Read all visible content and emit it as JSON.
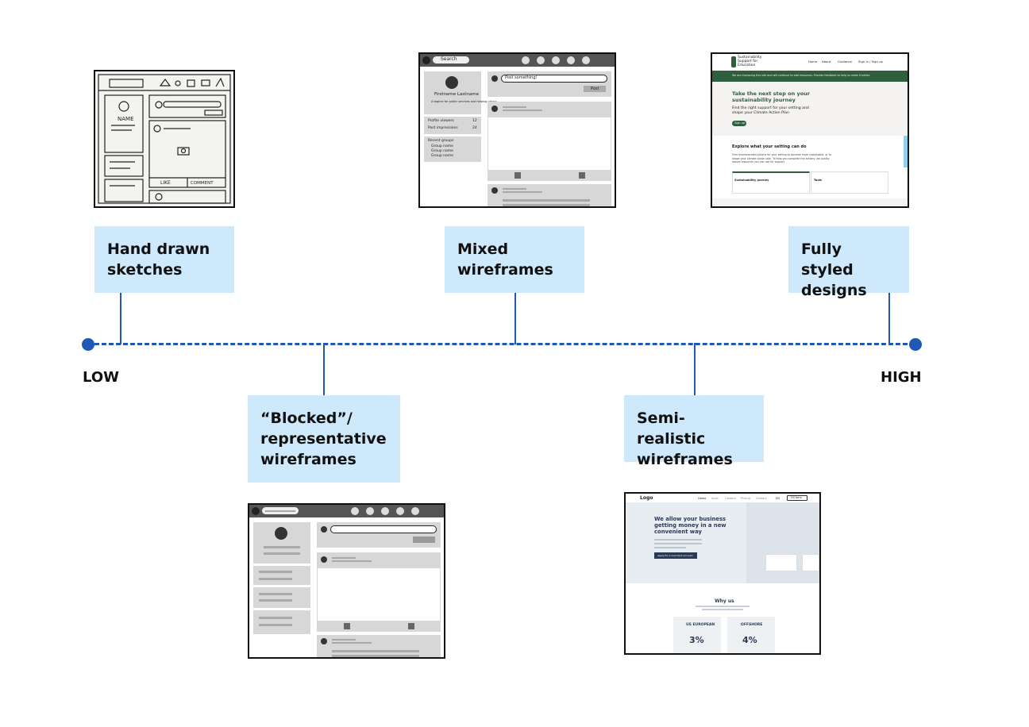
{
  "axis": {
    "low": "LOW",
    "high": "HIGH"
  },
  "stages": {
    "hand_drawn": {
      "line1": "Hand drawn",
      "line2": "sketches"
    },
    "blocked": {
      "line1": "“Blocked”/",
      "line2": "representative",
      "line3": "wireframes"
    },
    "mixed": {
      "line1": "Mixed",
      "line2": "wireframes"
    },
    "semi_realistic": {
      "line1": "Semi-realistic",
      "line2": "wireframes"
    },
    "fully_styled": {
      "line1": "Fully styled",
      "line2": "designs"
    }
  },
  "thumbs": {
    "sketch": {
      "name": "NAME",
      "like": "LIKE",
      "comment": "COMMENT"
    },
    "mixed": {
      "search": "Search",
      "post_placeholder": "Post something!",
      "post_button": "Post",
      "profile_name": "Firstname Lastname",
      "profile_bio": "A tagline for public services and helping others",
      "profile_viewers_label": "Profile viewers",
      "profile_viewers_value": "12",
      "post_impressions_label": "Post impressions",
      "post_impressions_value": "24",
      "recent_groups": "Recent groups",
      "groups": [
        "Group name",
        "Group name",
        "Group name"
      ]
    },
    "styled": {
      "brand_line1": "Sustainability",
      "brand_line2": "Support for",
      "brand_line3": "Education",
      "nav": [
        "Home",
        "About",
        "Guidance",
        "Sign in / Sign up"
      ],
      "banner": "We are improving this site and will continue to add resources. Provide feedback to help us make it better.",
      "hero_title_1": "Take the next step on your",
      "hero_title_2": "sustainability journey",
      "hero_sub_1": "Find the right support for your setting and",
      "hero_sub_2": "shape your Climate Action Plan",
      "hero_button": "Sign up",
      "explore_title": "Explore what your setting can do",
      "explore_body_1": "Find recommended actions for your setting to become more sustainable, or to",
      "explore_body_2": "shape your climate action plan. To help you complete the actions, we quality",
      "explore_body_3": "assure resources you can use for support.",
      "card1_title": "Sustainability journey",
      "card2_title": "Tools"
    },
    "semi": {
      "logo": "Logo",
      "nav": [
        "Home",
        "Apps",
        "Careers",
        "Pricing",
        "Careers",
        "EN"
      ],
      "nav_button": "Fill form",
      "hero_1": "We allow your business",
      "hero_2": "getting money in a new",
      "hero_3": "convenient way",
      "hero_button": "Apply for a merchant account",
      "why_us": "Why us",
      "card1_title": "US EUROPEAN",
      "card1_value": "3%",
      "card2_title": "OFFSHORE",
      "card2_value": "4%"
    }
  },
  "colors": {
    "accent": "#1f58b5",
    "label_bg": "#cde9fb",
    "styled_green": "#2e5e3e",
    "semi_navy": "#2a3a55"
  }
}
